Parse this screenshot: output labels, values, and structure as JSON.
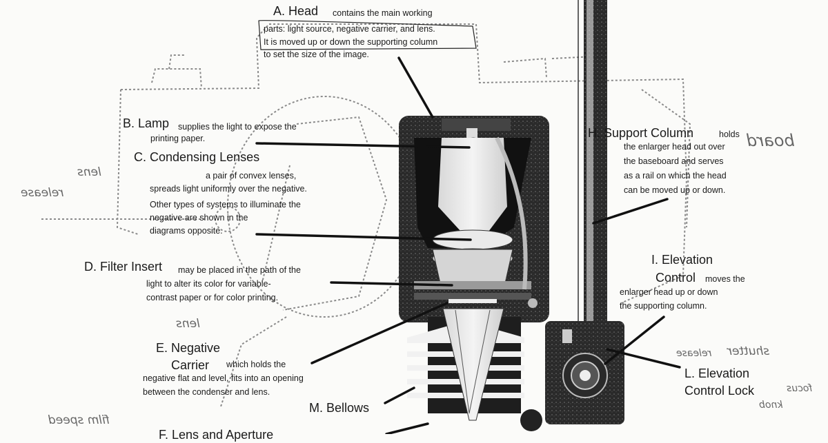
{
  "labels": {
    "a_head_title": "A. Head",
    "a_head_l1": "contains the main working",
    "a_head_l2": "parts: light source, negative carrier, and lens.",
    "a_head_l3": "It is moved up or down the supporting column",
    "a_head_l4": "to set the size of the image.",
    "b_lamp_title": "B. Lamp",
    "b_lamp_l1": "supplies the light to expose the",
    "b_lamp_l2": "printing paper.",
    "c_cond_title": "C. Condensing Lenses",
    "c_cond_l1": "a pair of convex lenses,",
    "c_cond_l2": "spreads light uniformly over the negative.",
    "c_cond_l3": "Other types of systems to illuminate the",
    "c_cond_l4": "negative are shown in the",
    "c_cond_l5": "diagrams opposite.",
    "d_filter_title": "D. Filter Insert",
    "d_filter_l1": "may be placed in the path of the",
    "d_filter_l2": "light to alter its color for variable-",
    "d_filter_l3": "contrast paper or for color printing.",
    "e_neg_title1": "E. Negative",
    "e_neg_title2": "Carrier",
    "e_neg_l1": "which holds the",
    "e_neg_l2": "negative flat and level, fits into an opening",
    "e_neg_l3": "between the condenser and lens.",
    "h_support_title": "H. Support Column",
    "h_support_l1": "holds",
    "h_support_l2": "the enlarger head out over",
    "h_support_l3": "the baseboard and serves",
    "h_support_l4": "as a rail on which the head",
    "h_support_l5": "can be moved up or down.",
    "i_elev_title1": "I. Elevation",
    "i_elev_title2": "Control",
    "i_elev_l1": "moves the",
    "i_elev_l2": "enlarger head up or down",
    "i_elev_l3": "the supporting column.",
    "l_lock_title1": "L. Elevation",
    "l_lock_title2": "Control Lock",
    "m_bellows_title": "M. Bellows",
    "f_partial": "F. Lens and Aperture"
  },
  "handwriting": {
    "lens_top": "lens",
    "release": "release",
    "lens_mid": "lens",
    "film_speed": "film speed",
    "board": "board",
    "shutter": "shutter",
    "release_right": "release",
    "focus": "focus",
    "knob": "knob"
  },
  "colors": {
    "ink": "#1a1a1a",
    "pencil": "#8a8a8a",
    "paper": "#fbfbf9"
  }
}
